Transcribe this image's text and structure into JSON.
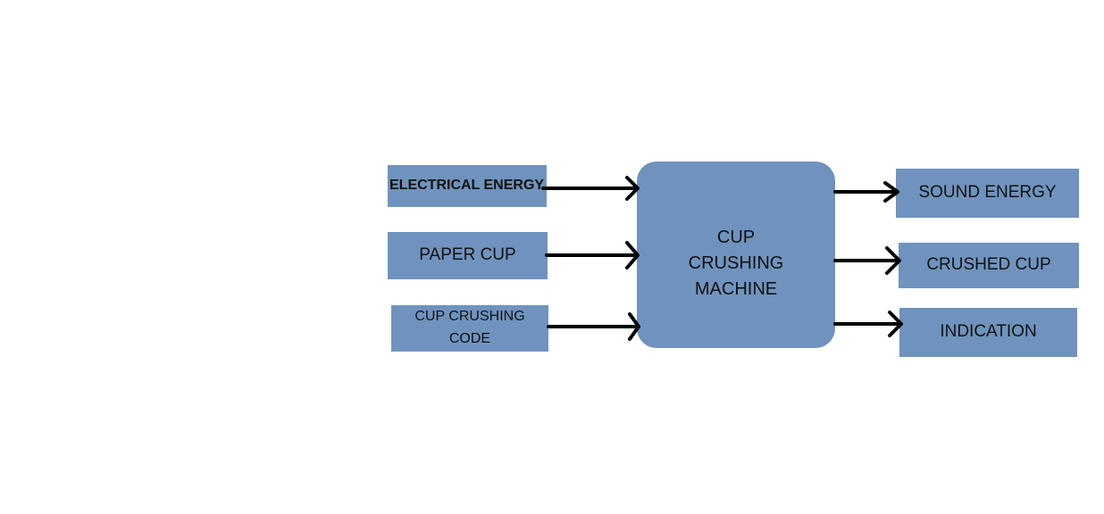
{
  "inputs": {
    "electrical_energy": "ELECTRICAL ENERGY",
    "paper_cup": "PAPER CUP",
    "cup_crushing_code": "CUP CRUSHING CODE"
  },
  "machine": {
    "label": "CUP CRUSHING MACHINE"
  },
  "outputs": {
    "sound_energy": "SOUND ENERGY",
    "crushed_cup": "CRUSHED CUP",
    "indication": "INDICATION"
  },
  "colors": {
    "box_fill": "#6f93be",
    "arrow": "#000000"
  }
}
